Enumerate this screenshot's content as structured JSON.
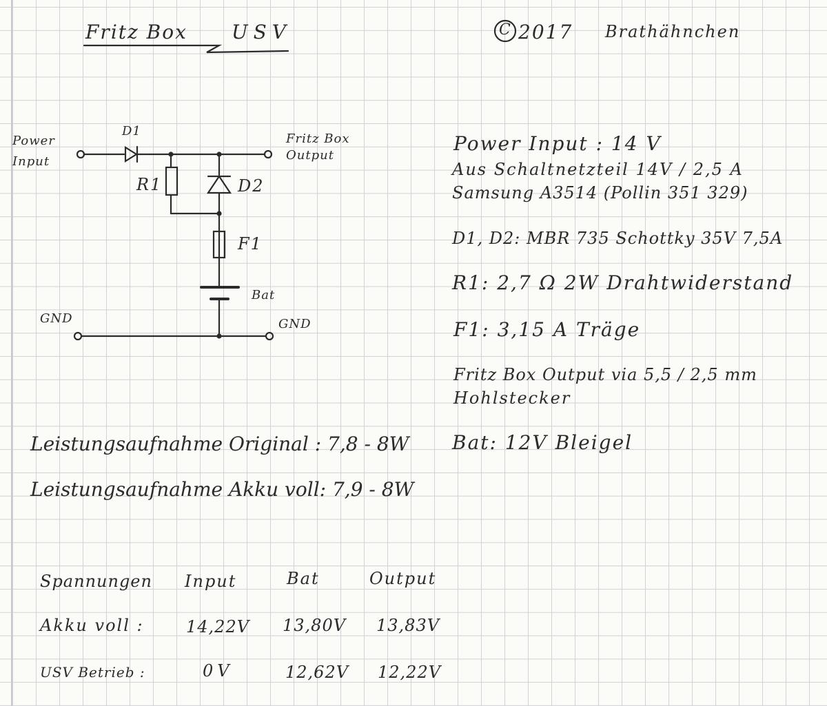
{
  "header": {
    "title_left": "Fritz Box",
    "title_right": "USV",
    "copyright_year": "2017",
    "author": "Brathähnchen",
    "copyright_symbol": "C"
  },
  "circuit": {
    "power_input": "Power Input",
    "d1": "D1",
    "r1": "R1",
    "d2": "D2",
    "f1": "F1",
    "bat": "Bat",
    "gnd_left": "GND",
    "gnd_right": "GND",
    "fritz_box_output": "Fritz Box Output"
  },
  "notes": {
    "power_input": "Power Input : 14 V",
    "aus_schaltnetzteil": "Aus Schaltnetzteil 14V / 2,5 A",
    "samsung": "Samsung A3514 (Pollin 351 329)",
    "d1_d2": "D1, D2: MBR 735 Schottky 35V 7,5A",
    "r1": "R1: 2,7 Ω 2W Drahtwiderstand",
    "f1": "F1: 3,15 A Träge",
    "fritz_output_line1": "Fritz Box Output via 5,5 / 2,5 mm",
    "fritz_output_line2": "Hohlstecker",
    "bat": "Bat: 12V Bleigel"
  },
  "power": {
    "original": "Leistungsaufnahme Original : 7,8 - 8W",
    "akku_voll": "Leistungsaufnahme Akku voll: 7,9 - 8W"
  },
  "table": {
    "headers": [
      "Spannungen",
      "Input",
      "Bat",
      "Output"
    ],
    "rows": [
      [
        "Akku voll :",
        "14,22V",
        "13,80V",
        "13,83V"
      ],
      [
        "USV Betrieb :",
        "0V",
        "12,62V",
        "12,22V"
      ]
    ]
  }
}
